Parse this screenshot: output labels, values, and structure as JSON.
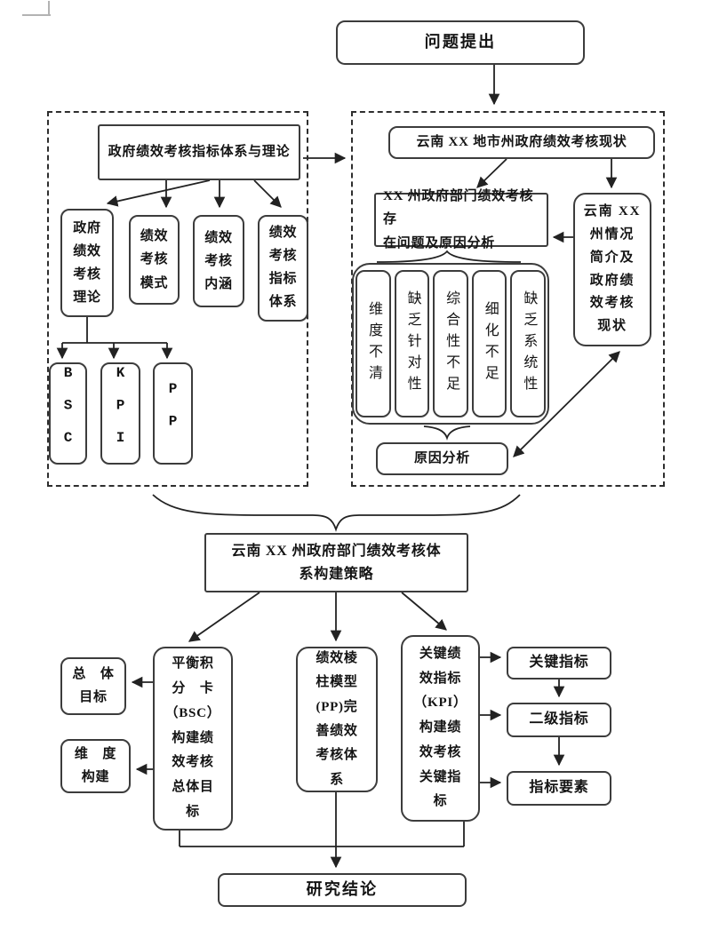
{
  "diagram": {
    "problem": "问题提出",
    "left_panel": {
      "header": "政府绩效考核指标体系与理论",
      "theory_lines": [
        "政府",
        "绩效",
        "考核",
        "理论"
      ],
      "mode_lines": [
        "绩效",
        "考核",
        "模式"
      ],
      "connotation_lines": [
        "绩效",
        "考核",
        "内涵"
      ],
      "index_lines": [
        "绩效",
        "考核",
        "指标",
        "体系"
      ],
      "bsc": "BSC",
      "kpi": "KPI",
      "pp": "PP"
    },
    "right_panel": {
      "status": "云南 XX 地市州政府绩效考核现状",
      "problem_lines": [
        "XX 州政府部门绩效考核存",
        "在问题及原因分析"
      ],
      "intro_lines": [
        "云南 XX",
        "州情况",
        "简介及",
        "政府绩",
        "效考核",
        "现状"
      ],
      "issues": [
        "维度不清",
        "缺乏针对性",
        "综合性不足",
        "细化不足",
        "缺乏系统性"
      ],
      "cause": "原因分析"
    },
    "strategy_lines": [
      "云南 XX 州政府部门绩效考核体",
      "系构建策略"
    ],
    "branch_bsc_lines": [
      "平衡积",
      "分　卡",
      "（BSC）",
      "构建绩",
      "效考核",
      "总体目",
      "标"
    ],
    "branch_pp_lines": [
      "绩效棱",
      "柱模型",
      "(PP)完",
      "善绩效",
      "考核体",
      "系"
    ],
    "branch_kpi_lines": [
      "关键绩",
      "效指标",
      "（KPI）",
      "构建绩",
      "效考核",
      "关键指",
      "标"
    ],
    "output_overall_lines": [
      "总　体",
      "目标"
    ],
    "output_dimension_lines": [
      "维　度",
      "构建"
    ],
    "output_key": "关键指标",
    "output_secondary": "二级指标",
    "output_elements": "指标要素",
    "conclusion": "研究结论",
    "colors": {
      "line": "#222222",
      "border": "#3c3c3c",
      "background": "#ffffff"
    }
  }
}
